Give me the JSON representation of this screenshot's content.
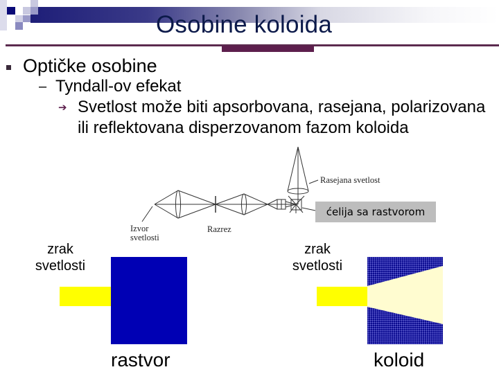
{
  "slide": {
    "title": "Osobine koloida",
    "bullets": {
      "level1": "Optičke osobine",
      "level2": "Tyndall-ov efekat",
      "level3": "Svetlost može biti apsorbovana, rasejana, polarizovana ili reflektovana disperzovanom fazom koloida"
    },
    "colors": {
      "title_text": "#0c1a4a",
      "accent_rule": "#5b2a4e",
      "header_band": "#1e1e78",
      "solution_blue": "#0000b4",
      "colloid_blue": "#0a0a90",
      "light_yellow": "#ffff00",
      "scattered_light": "#fffcd0",
      "label_box": "#bdbdbd"
    }
  },
  "diagram_top": {
    "label_source_line1": "Izvor",
    "label_source_line2": "svetlosti",
    "label_slit": "Razrez",
    "label_scattered": "Rasejana svetlost",
    "label_cell": "ćelija sa rastvorom"
  },
  "diagram_bottom": {
    "left": {
      "beam_label_line1": "zrak",
      "beam_label_line2": "svetlosti",
      "caption": "rastvor"
    },
    "right": {
      "beam_label_line1": "zrak",
      "beam_label_line2": "svetlosti",
      "caption": "koloid"
    }
  }
}
